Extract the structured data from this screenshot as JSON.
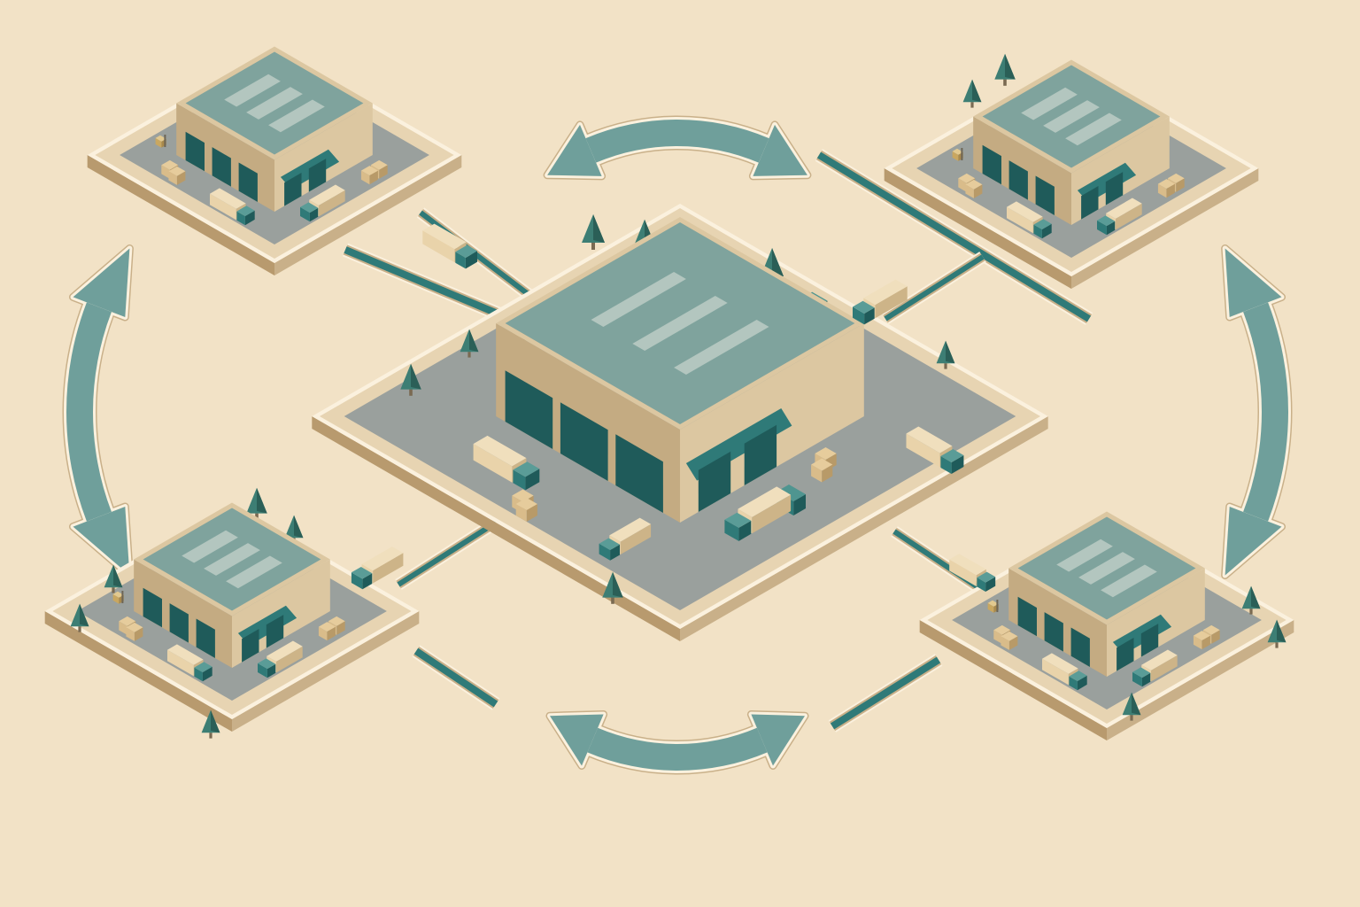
{
  "diagram": {
    "palette": {
      "background": "#f2e2c6",
      "platform_top": "#e7d4b2",
      "platform_side": "#c9b089",
      "platform_edge": "#fbf1de",
      "asphalt": "#9aa09d",
      "asphalt_dark": "#7d8380",
      "building_wall": "#dcc7a1",
      "building_wall_dark": "#c4ab82",
      "roof": "#7fa39d",
      "roof_dark": "#5f8781",
      "teal": "#2f7a78",
      "teal_dark": "#1f5b5a",
      "arrow_fill": "#6f9f9b",
      "arrow_edge": "#fbf1de",
      "crate": "#d9bc8a",
      "crate_dark": "#b89a68",
      "trailer": "#e9d3aa",
      "tree": "#3d7e74",
      "tree_dark": "#2b5f57"
    },
    "nodes": [
      {
        "id": "central-hub",
        "role": "hub",
        "icon": "warehouse-icon"
      },
      {
        "id": "north-west-depot",
        "role": "depot",
        "icon": "warehouse-icon"
      },
      {
        "id": "north-east-depot",
        "role": "depot",
        "icon": "warehouse-icon"
      },
      {
        "id": "south-west-depot",
        "role": "depot",
        "icon": "warehouse-icon"
      },
      {
        "id": "south-east-depot",
        "role": "depot",
        "icon": "warehouse-icon"
      }
    ],
    "links": [
      {
        "from": "north-west-depot",
        "to": "north-east-depot",
        "icon": "bidirectional-arrow-icon"
      },
      {
        "from": "north-east-depot",
        "to": "south-east-depot",
        "icon": "bidirectional-arrow-icon"
      },
      {
        "from": "south-east-depot",
        "to": "south-west-depot",
        "icon": "bidirectional-arrow-icon"
      },
      {
        "from": "south-west-depot",
        "to": "north-west-depot",
        "icon": "bidirectional-arrow-icon"
      }
    ],
    "connections": [
      {
        "from": "central-hub",
        "to": "north-west-depot",
        "icon": "road-icon"
      },
      {
        "from": "central-hub",
        "to": "north-east-depot",
        "icon": "road-icon"
      },
      {
        "from": "central-hub",
        "to": "south-west-depot",
        "icon": "road-icon"
      },
      {
        "from": "central-hub",
        "to": "south-east-depot",
        "icon": "road-icon"
      }
    ],
    "icons": [
      "truck-icon",
      "forklift-icon",
      "crate-icon",
      "shipping-container-icon",
      "tree-icon"
    ]
  }
}
